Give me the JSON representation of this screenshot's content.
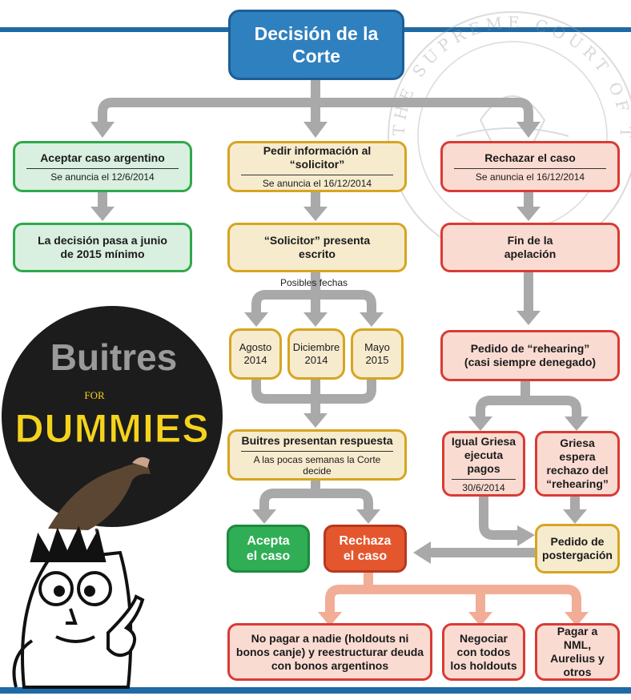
{
  "title": "Decisión de la Corte",
  "seal_text": "THE SUPREME COURT OF THE UNITED STATES",
  "columns": {
    "left": {
      "option": "Aceptar caso argentino",
      "option_date": "Se anuncia el 12/6/2014",
      "result": "La decisión pasa a junio de 2015 mínimo"
    },
    "middle": {
      "option": "Pedir información al “solicitor”",
      "option_date": "Se anuncia el 16/12/2014",
      "step": "“Solicitor” presenta escrito",
      "dates_label": "Posibles fechas",
      "dates": [
        "Agosto\n2014",
        "Diciembre\n2014",
        "Mayo\n2015"
      ],
      "response": "Buitres presentan respuesta",
      "response_note": "A las pocas semanas la Corte decide",
      "accept": "Acepta el caso",
      "reject": "Rechaza el caso"
    },
    "right": {
      "option": "Rechazar el caso",
      "option_date": "Se anuncia el 16/12/2014",
      "end": "Fin de la apelación",
      "rehearing": "Pedido de “rehearing” (casi siempre denegado)",
      "griesa_pays": "Igual Griesa ejecuta pagos",
      "griesa_pays_date": "30/6/2014",
      "griesa_waits": "Griesa espera rechazo del “rehearing”",
      "postpone": "Pedido de postergación"
    }
  },
  "outcomes": [
    "No pagar a nadie (holdouts ni bonos canje) y reestructurar deuda con bonos argentinos",
    "Negociar con todos los holdouts",
    "Pagar a NML, Aurelius y otros"
  ],
  "badge": {
    "word": "Buitres",
    "for": "FOR",
    "dummies": "DUMMIES"
  },
  "colors": {
    "title_blue": "#2f80bf",
    "arrow_gray": "#a9a9a9",
    "arrow_salmon": "#f2ad97",
    "green": "#2fa94b",
    "yellow": "#d6a520",
    "red": "#d93b35",
    "dummies_yellow": "#f5d31d"
  }
}
